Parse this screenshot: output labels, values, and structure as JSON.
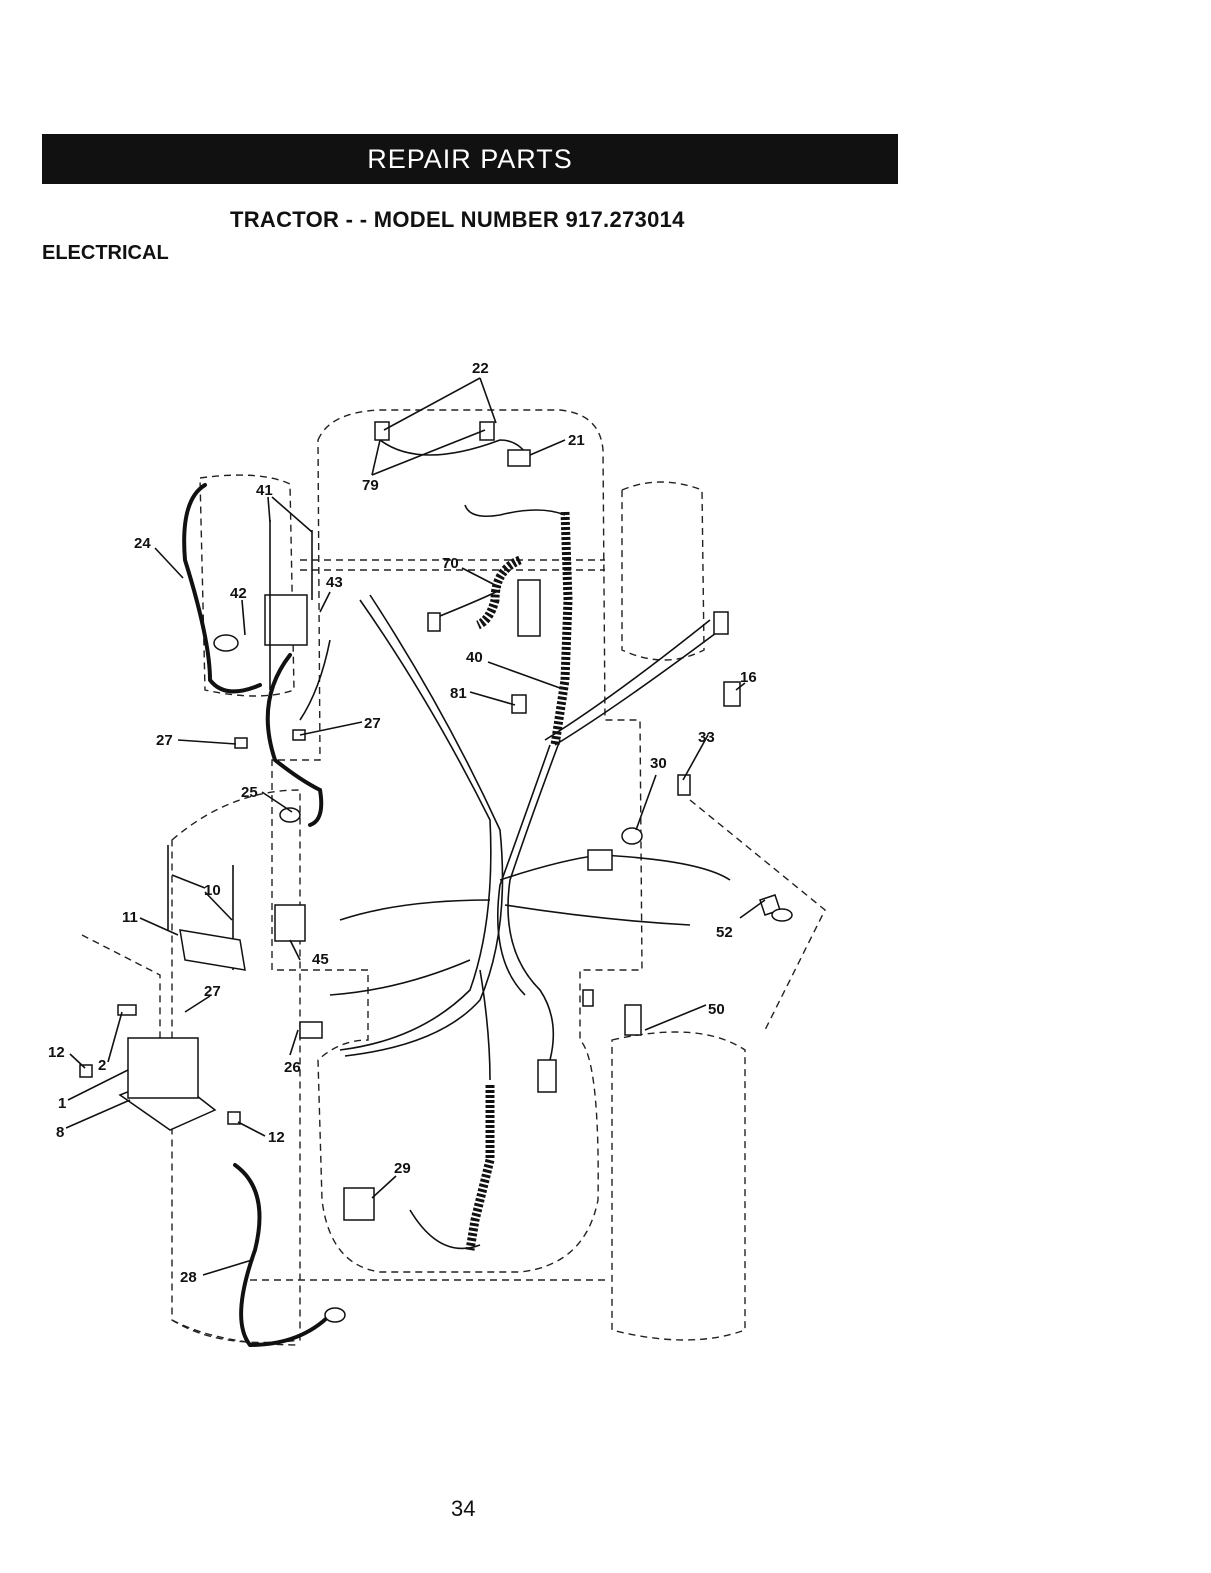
{
  "header": {
    "banner": "REPAIR PARTS"
  },
  "subtitle": "TRACTOR - - MODEL NUMBER 917.273014",
  "section": "ELECTRICAL",
  "page_number": "34",
  "callouts": [
    {
      "id": "c22",
      "text": "22"
    },
    {
      "id": "c21",
      "text": "21"
    },
    {
      "id": "c79",
      "text": "79"
    },
    {
      "id": "c41",
      "text": "41"
    },
    {
      "id": "c24",
      "text": "24"
    },
    {
      "id": "c70",
      "text": "70"
    },
    {
      "id": "c43",
      "text": "43"
    },
    {
      "id": "c42",
      "text": "42"
    },
    {
      "id": "c40",
      "text": "40"
    },
    {
      "id": "c16",
      "text": "16"
    },
    {
      "id": "c81",
      "text": "81"
    },
    {
      "id": "c27a",
      "text": "27"
    },
    {
      "id": "c27b",
      "text": "27"
    },
    {
      "id": "c33",
      "text": "33"
    },
    {
      "id": "c30",
      "text": "30"
    },
    {
      "id": "c25",
      "text": "25"
    },
    {
      "id": "c10",
      "text": "10"
    },
    {
      "id": "c11",
      "text": "11"
    },
    {
      "id": "c52",
      "text": "52"
    },
    {
      "id": "c45",
      "text": "45"
    },
    {
      "id": "c27c",
      "text": "27"
    },
    {
      "id": "c50",
      "text": "50"
    },
    {
      "id": "c12a",
      "text": "12"
    },
    {
      "id": "c2",
      "text": "2"
    },
    {
      "id": "c26",
      "text": "26"
    },
    {
      "id": "c1",
      "text": "1"
    },
    {
      "id": "c8",
      "text": "8"
    },
    {
      "id": "c12b",
      "text": "12"
    },
    {
      "id": "c29",
      "text": "29"
    },
    {
      "id": "c28",
      "text": "28"
    }
  ]
}
